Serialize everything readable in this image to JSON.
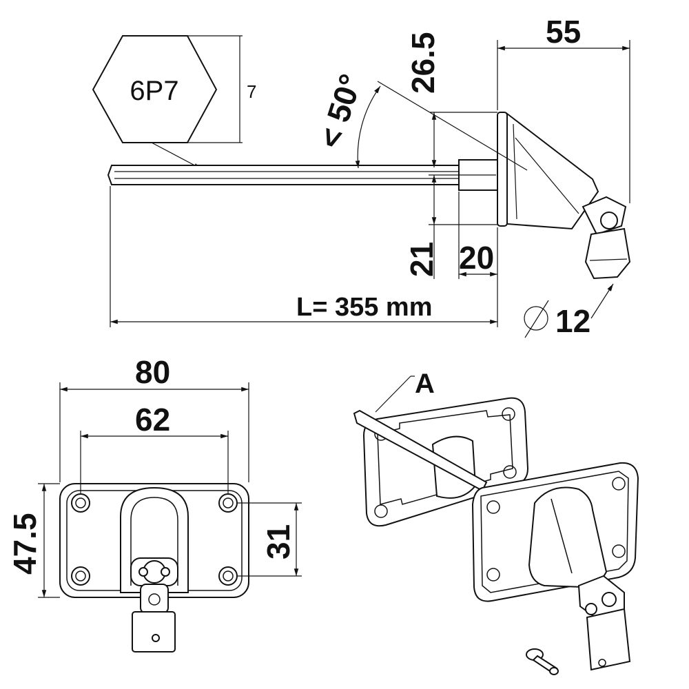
{
  "top_view": {
    "hex_label": "6P7",
    "hex_size": "7",
    "angle": "< 50°",
    "dim_26_5": "26.5",
    "dim_55": "55",
    "dim_21": "21",
    "dim_20": "20",
    "length_label": "L= 355 mm",
    "diameter_symbol": "Ø",
    "diameter_value": "12"
  },
  "front_view": {
    "dim_80": "80",
    "dim_62": "62",
    "dim_47_5": "47.5",
    "dim_31": "31"
  },
  "iso_view": {
    "callout_a": "A"
  }
}
